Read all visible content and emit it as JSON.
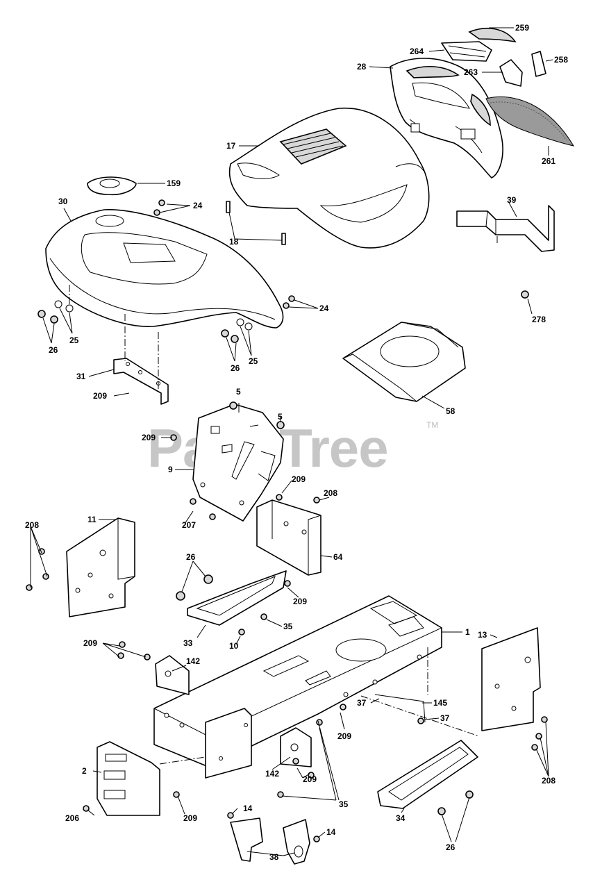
{
  "watermark": {
    "text": "PartsTree",
    "mark": "TM"
  },
  "callouts": [
    {
      "id": "c259",
      "text": "259"
    },
    {
      "id": "c264",
      "text": "264"
    },
    {
      "id": "c258",
      "text": "258"
    },
    {
      "id": "c28",
      "text": "28"
    },
    {
      "id": "c263",
      "text": "263"
    },
    {
      "id": "c17",
      "text": "17"
    },
    {
      "id": "c261",
      "text": "261"
    },
    {
      "id": "c159",
      "text": "159"
    },
    {
      "id": "c30",
      "text": "30"
    },
    {
      "id": "c24a",
      "text": "24"
    },
    {
      "id": "c18",
      "text": "18"
    },
    {
      "id": "c39",
      "text": "39"
    },
    {
      "id": "c24b",
      "text": "24"
    },
    {
      "id": "c278",
      "text": "278"
    },
    {
      "id": "c26a",
      "text": "26"
    },
    {
      "id": "c25a",
      "text": "25"
    },
    {
      "id": "c26b",
      "text": "26"
    },
    {
      "id": "c25b",
      "text": "25"
    },
    {
      "id": "c31",
      "text": "31"
    },
    {
      "id": "c58",
      "text": "58"
    },
    {
      "id": "c209a",
      "text": "209"
    },
    {
      "id": "c5a",
      "text": "5"
    },
    {
      "id": "c5b",
      "text": "5"
    },
    {
      "id": "c209b",
      "text": "209"
    },
    {
      "id": "c9",
      "text": "9"
    },
    {
      "id": "c209c",
      "text": "209"
    },
    {
      "id": "c208a",
      "text": "208"
    },
    {
      "id": "c207",
      "text": "207"
    },
    {
      "id": "c208b",
      "text": "208"
    },
    {
      "id": "c11",
      "text": "11"
    },
    {
      "id": "c64",
      "text": "64"
    },
    {
      "id": "c26c",
      "text": "26"
    },
    {
      "id": "c209d",
      "text": "209"
    },
    {
      "id": "c35a",
      "text": "35"
    },
    {
      "id": "c33",
      "text": "33"
    },
    {
      "id": "c10",
      "text": "10"
    },
    {
      "id": "c1",
      "text": "1"
    },
    {
      "id": "c13",
      "text": "13"
    },
    {
      "id": "c209e",
      "text": "209"
    },
    {
      "id": "c142a",
      "text": "142"
    },
    {
      "id": "c145",
      "text": "145"
    },
    {
      "id": "c37a",
      "text": "37"
    },
    {
      "id": "c37b",
      "text": "37"
    },
    {
      "id": "c209f",
      "text": "209"
    },
    {
      "id": "c2",
      "text": "2"
    },
    {
      "id": "c142b",
      "text": "142"
    },
    {
      "id": "c209g",
      "text": "209"
    },
    {
      "id": "c208c",
      "text": "208"
    },
    {
      "id": "c35b",
      "text": "35"
    },
    {
      "id": "c206",
      "text": "206"
    },
    {
      "id": "c209h",
      "text": "209"
    },
    {
      "id": "c14a",
      "text": "14"
    },
    {
      "id": "c14b",
      "text": "14"
    },
    {
      "id": "c34",
      "text": "34"
    },
    {
      "id": "c26d",
      "text": "26"
    },
    {
      "id": "c38",
      "text": "38"
    }
  ]
}
